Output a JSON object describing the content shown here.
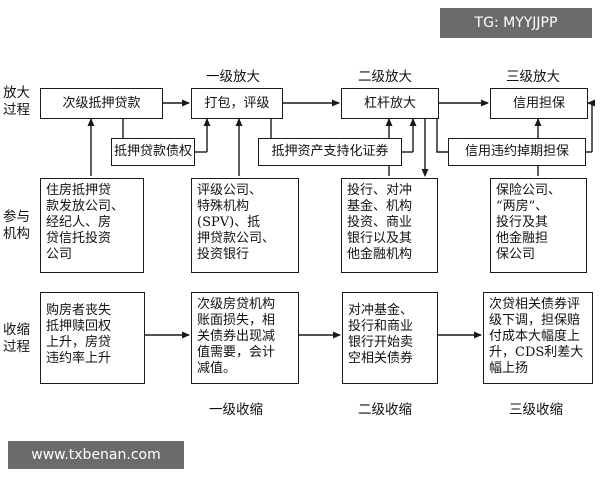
{
  "watermarks": {
    "top_right": "TG: MYYJJPP",
    "bottom_left": "www.txbenan.com"
  },
  "row_labels": {
    "expand": "放大\n过程",
    "participants": "参与\n机构",
    "shrink": "收缩\n过程"
  },
  "stages_top": {
    "level1": "一级放大",
    "level2": "二级放大",
    "level3": "三级放大"
  },
  "stages_bottom": {
    "level1": "一级收缩",
    "level2": "二级收缩",
    "level3": "三级收缩"
  },
  "flow": {
    "subprime_loan": "次级抵押贷款",
    "package_rating": "打包，评级",
    "leverage": "杠杆放大",
    "credit_guarantee": "信用担保"
  },
  "products": {
    "mortgage_claims": "抵押贷款债权",
    "mbs": "抵押资产支持化证券",
    "cds": "信用违约掉期担保"
  },
  "participants": {
    "col1": "住房抵押贷\n款发放公司、\n经纪人、房\n贷信托投资\n公司",
    "col2": "评级公司、\n特殊机构\n(SPV)、抵\n押贷款公司、\n投资银行",
    "col3": "投行、对冲\n基金、机构\n投资、商业\n银行以及其\n他金融机构",
    "col4": "保险公司、\n“两房”、\n投行及其\n他金融担\n保公司"
  },
  "shrink": {
    "col1": "购房者丧失\n抵押赎回权\n上升，房贷\n违约率上升",
    "col2": "次级房贷机构\n账面损失，相\n关债券出现减\n值需要，会计\n减值。",
    "col3": "对冲基金、\n投行和商业\n银行开始卖\n空相关债券",
    "col4": "次贷相关债券评\n级下调，担保赔\n付成本大幅度上\n升，CDS利差大\n幅上扬"
  }
}
